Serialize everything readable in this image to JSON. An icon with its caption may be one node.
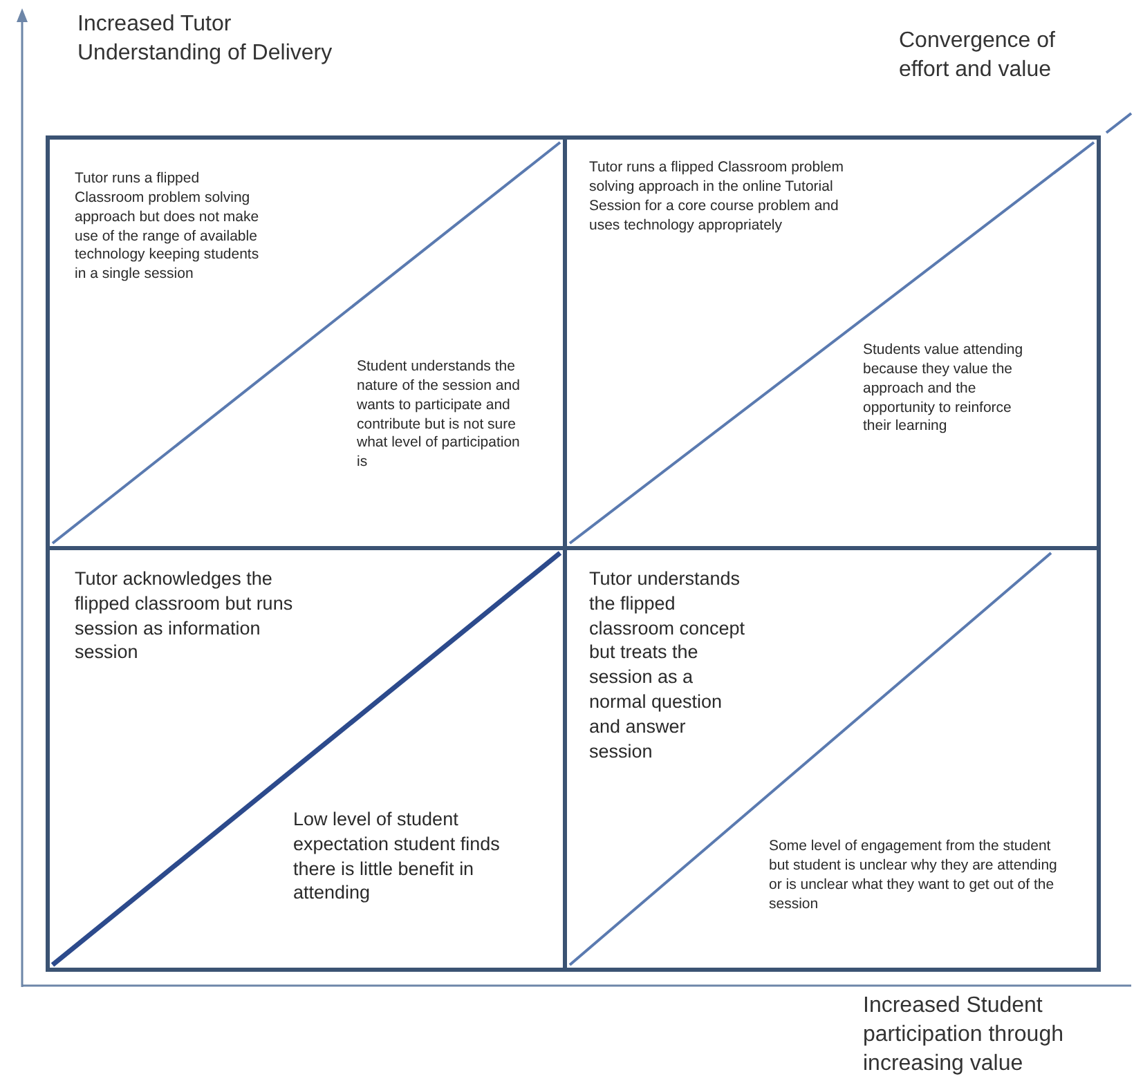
{
  "diagram": {
    "nodes": [
      {
        "text": [
          "Tutor runs a flipped Classroom problem solving approach but does not make use of the range of available technology keeping students in a single session",
          "Student understands the nature of the session and wants to participate and contribute but is not sure what level of participation is"
        ]
      },
      {
        "text": [
          "Tutor runs a flipped Classroom problem solving approach in the online Tutorial Session for a core course problem and uses technology appropriately",
          "Students value attending because they value the approach and the opportunity to reinforce their learning"
        ]
      },
      {
        "text": [
          "Tutor acknowledges the flipped classroom but runs session as information session",
          "Low level of student expectation student finds there is little benefit in attending"
        ]
      },
      {
        "text": [
          "Tutor understands the flipped classroom concept but treats the session as a normal question and answer session",
          "Some level of engagement from the student but student is unclear why they are attending or is unclear what they want to get out of the session"
        ]
      }
    ],
    "labels": [
      "Increased Tutor Understanding of Delivery",
      "Convergence of effort and value",
      "Increased Student participation through increasing value"
    ]
  }
}
